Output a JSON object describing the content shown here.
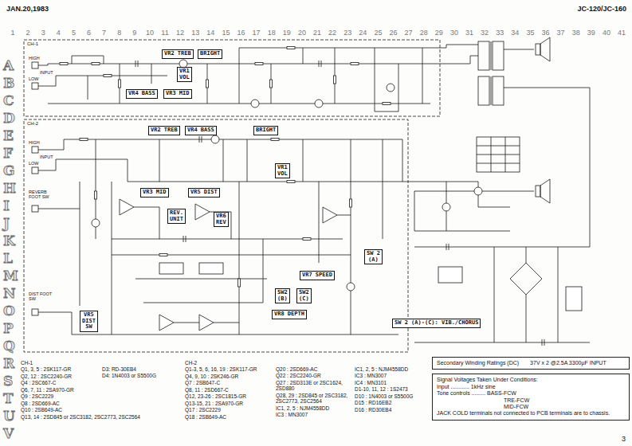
{
  "diagram": {
    "title": "JC-120/JC-160",
    "nodes": [
      {
        "text": [
          "VR2 TREB"
        ]
      },
      {
        "text": [
          "BRIGHT"
        ]
      },
      {
        "text": [
          "VR1 VOL"
        ]
      },
      {
        "text": [
          "VR4 BASS"
        ]
      },
      {
        "text": [
          "VR3 MID"
        ]
      },
      {
        "text": [
          "VR2 TREB"
        ]
      },
      {
        "text": [
          "VR4 BASS"
        ]
      },
      {
        "text": [
          "BRIGHT"
        ]
      },
      {
        "text": [
          "VR1 VOL"
        ]
      },
      {
        "text": [
          "VR3 MID"
        ]
      },
      {
        "text": [
          "VR5 DIST"
        ]
      },
      {
        "text": [
          "REV. UNIT"
        ]
      },
      {
        "text": [
          "VR6 REV"
        ]
      },
      {
        "text": [
          "SW 2 (A)"
        ]
      },
      {
        "text": [
          "VR7 SPEED"
        ]
      },
      {
        "text": [
          "SW2 (B)"
        ]
      },
      {
        "text": [
          "SW2 (C)"
        ]
      },
      {
        "text": [
          "VR8 DEPTH"
        ]
      },
      {
        "text": [
          "VR5 DIST SW"
        ]
      },
      {
        "text": [
          "SW 2 (A)-(C): VIB./CHORUS"
        ]
      },
      {
        "text": [
          "Secondary Winding Ratings (DC)",
          "37V x 2 @2.5A 3300μF INPUT"
        ]
      },
      {
        "text": [
          "Signal Voltages Taken Under Conditions:",
          "Input ............ 1kHz sine",
          "Tone controls ......... BASS-FCW",
          "TRE-FCW",
          "MID-FCW",
          "JACK COLD terminals not connected to PCB terminals are to chassis."
        ]
      }
    ],
    "labels": [
      "JAN.20,1983",
      "1",
      "2",
      "3",
      "4",
      "5",
      "6",
      "7",
      "8",
      "9",
      "10",
      "11",
      "12",
      "13",
      "14",
      "15",
      "16",
      "17",
      "18",
      "19",
      "20",
      "21",
      "22",
      "23",
      "24",
      "25",
      "26",
      "27",
      "28",
      "29",
      "30",
      "31",
      "32",
      "33",
      "34",
      "35",
      "36",
      "37",
      "38",
      "39",
      "40",
      "41",
      "A",
      "B",
      "C",
      "D",
      "E",
      "F",
      "G",
      "H",
      "I",
      "J",
      "K",
      "L",
      "M",
      "N",
      "O",
      "P",
      "Q",
      "R",
      "S",
      "T",
      "U",
      "V",
      "CH-1",
      "HIGH",
      "INPUT",
      "LOW",
      "CH-2",
      "HIGH",
      "INPUT",
      "LOW",
      "REVERB FOOT SW",
      "DIST FOOT SW",
      "CH-1",
      "Q1, 3, 5 : 2SK117-GR",
      "Q2, 12 : 2SC2240-GR",
      "Q4 : 2SC667-C",
      "Q6, 7, 11 : 2SA970-GR",
      "Q9 : 2SC2229",
      "Q8 : 2SD669-AC",
      "Q10 : 2SB649-AC",
      "Q13, 14 : 2SD845 or 2SC3182, 2SC2773, 2SC2564",
      "D3: RD-30EB4",
      "D4: 1N4003 or S5500G",
      "CH-2",
      "Q1-3, 5, 6, 16, 19 : 2SK117-GR",
      "Q4, 9, 10 : 2SK246-GR",
      "Q7 : 2SB647-C",
      "Q8, 11 : 2SD667-C",
      "Q12, 23-26 : 2SC1815-GR",
      "Q13-15, 21 : 2SA970-GR",
      "Q17 : 2SC2229",
      "Q18 : 2SB649-AC",
      "Q20 : 2SD669-AC",
      "Q22 : 2SC2240-GR",
      "Q27 : 2SD313E or 2SC1624, 2SD880",
      "Q28, 29 : 2SD845 or 2SC3182, 2SC2773, 2SC2564",
      "IC1, 2, 5 : NJM4558DD",
      "IC3 : MN3007",
      "IC1, 2, 5 : NJM4558DD",
      "IC3 : MN3007",
      "IC4 : MN3101",
      "D1-10, 11, 12 : 1S2473",
      "D10 : 1N4003 or S5500G",
      "D15 : RD16EB2",
      "D16 : RD30EB4",
      "3"
    ]
  }
}
